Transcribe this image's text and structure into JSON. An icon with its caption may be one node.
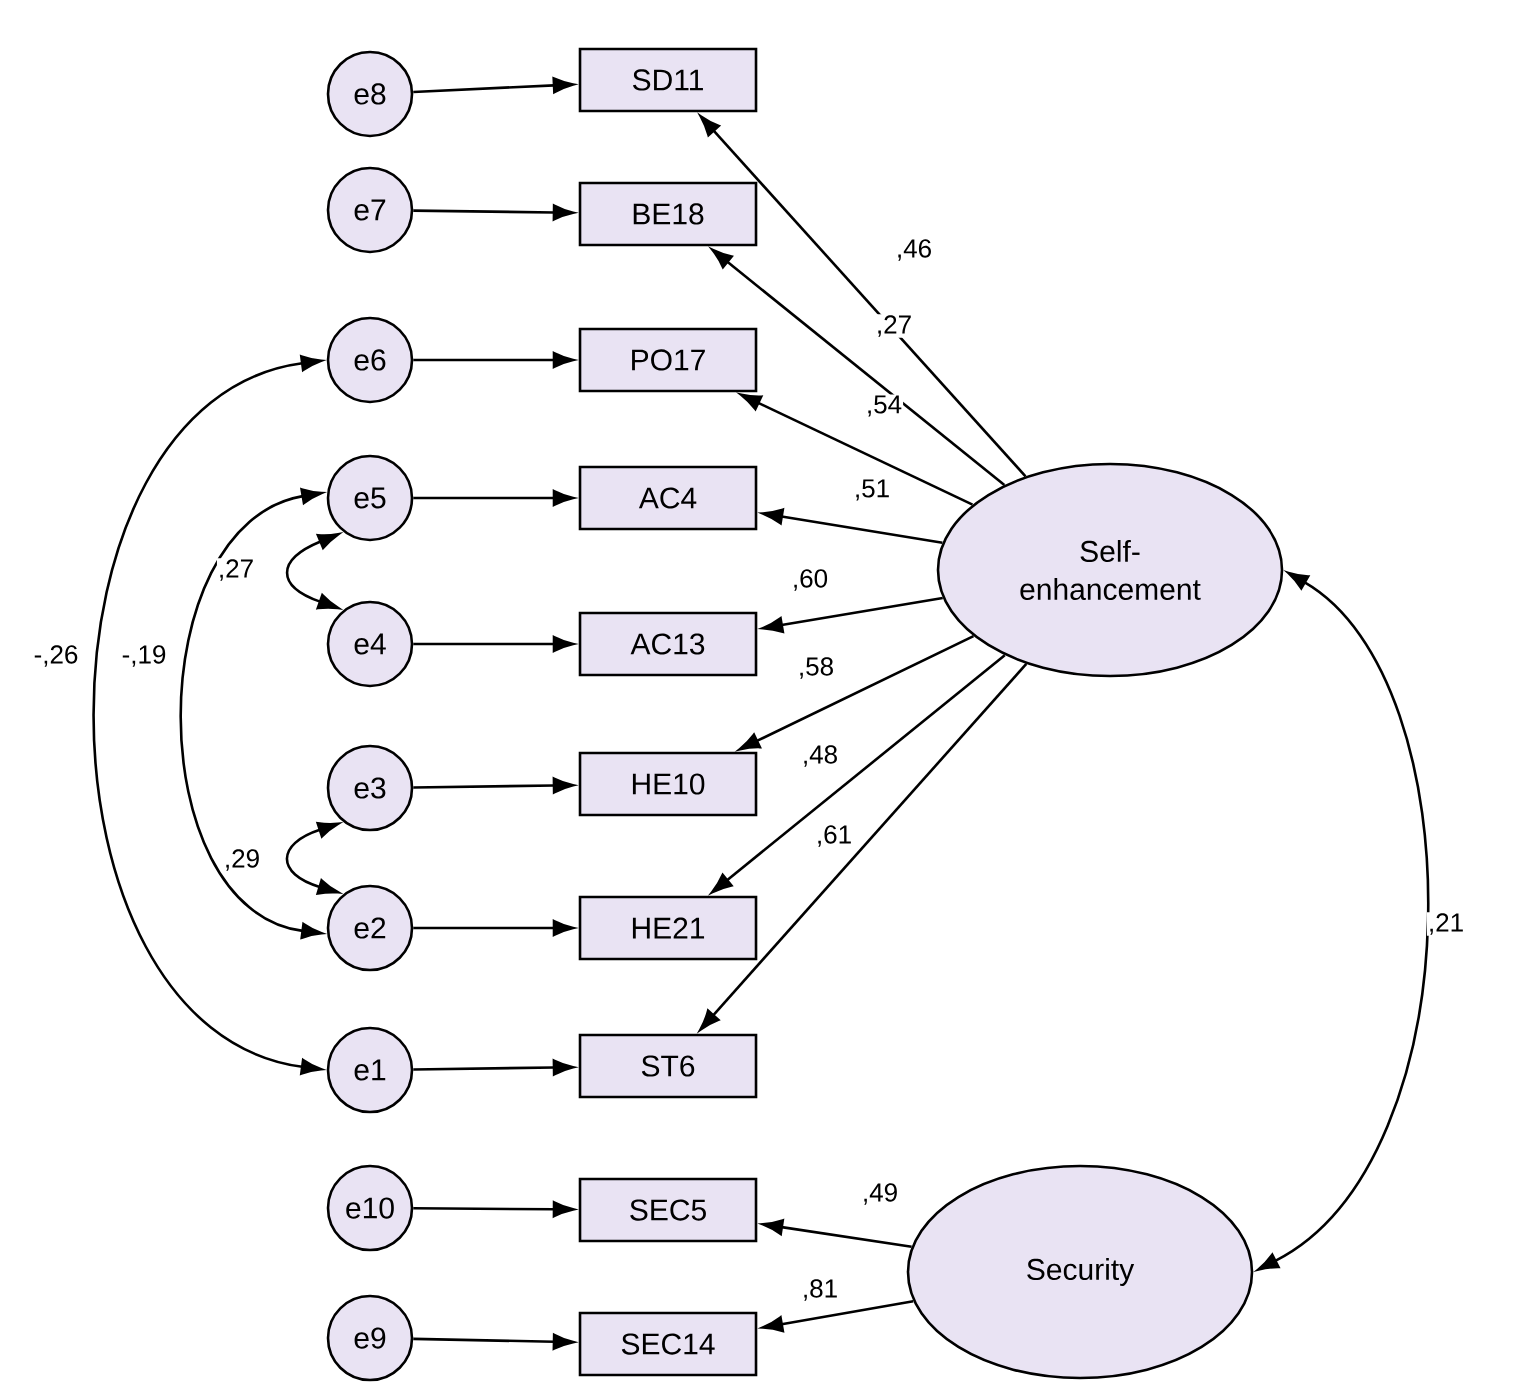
{
  "diagram": {
    "nodes": [
      {
        "text": [
          "e8"
        ]
      },
      {
        "text": [
          "SD11"
        ]
      },
      {
        "text": [
          "e7"
        ]
      },
      {
        "text": [
          "BE18"
        ]
      },
      {
        "text": [
          "e6"
        ]
      },
      {
        "text": [
          "PO17"
        ]
      },
      {
        "text": [
          "e5"
        ]
      },
      {
        "text": [
          "AC4"
        ]
      },
      {
        "text": [
          "e4"
        ]
      },
      {
        "text": [
          "AC13"
        ]
      },
      {
        "text": [
          "e3"
        ]
      },
      {
        "text": [
          "HE10"
        ]
      },
      {
        "text": [
          "e2"
        ]
      },
      {
        "text": [
          "HE21"
        ]
      },
      {
        "text": [
          "e1"
        ]
      },
      {
        "text": [
          "ST6"
        ]
      },
      {
        "text": [
          "Self-enhancement"
        ]
      },
      {
        "text": [
          "e10"
        ]
      },
      {
        "text": [
          "SEC5"
        ]
      },
      {
        "text": [
          "e9"
        ]
      },
      {
        "text": [
          "SEC14"
        ]
      },
      {
        "text": [
          "Security"
        ]
      }
    ],
    "edges": [
      {
        "from": 0,
        "to": 1,
        "arrow": "to"
      },
      {
        "from": 2,
        "to": 3,
        "arrow": "to"
      },
      {
        "from": 4,
        "to": 5,
        "arrow": "to"
      },
      {
        "from": 6,
        "to": 7,
        "arrow": "to"
      },
      {
        "from": 8,
        "to": 9,
        "arrow": "to"
      },
      {
        "from": 10,
        "to": 11,
        "arrow": "to"
      },
      {
        "from": 12,
        "to": 13,
        "arrow": "to"
      },
      {
        "from": 14,
        "to": 15,
        "arrow": "to"
      },
      {
        "from": 16,
        "to": 1,
        "arrow": "to",
        "label": ",46"
      },
      {
        "from": 16,
        "to": 3,
        "arrow": "to",
        "label": ",27"
      },
      {
        "from": 16,
        "to": 5,
        "arrow": "to",
        "label": ",54"
      },
      {
        "from": 16,
        "to": 7,
        "arrow": "to",
        "label": ",51"
      },
      {
        "from": 16,
        "to": 9,
        "arrow": "to",
        "label": ",60"
      },
      {
        "from": 16,
        "to": 11,
        "arrow": "to",
        "label": ",58"
      },
      {
        "from": 16,
        "to": 13,
        "arrow": "to",
        "label": ",48"
      },
      {
        "from": 16,
        "to": 15,
        "arrow": "to",
        "label": ",61"
      },
      {
        "from": 17,
        "to": 18,
        "arrow": "to"
      },
      {
        "from": 19,
        "to": 20,
        "arrow": "to"
      },
      {
        "from": 21,
        "to": 18,
        "arrow": "to",
        "label": ",49"
      },
      {
        "from": 21,
        "to": 20,
        "arrow": "to",
        "label": ",81"
      },
      {
        "from": 4,
        "to": 14,
        "arrow": "both",
        "label": "-,26"
      },
      {
        "from": 6,
        "to": 12,
        "arrow": "both",
        "label": "-,19"
      },
      {
        "from": 6,
        "to": 8,
        "arrow": "both",
        "label": ",27"
      },
      {
        "from": 10,
        "to": 12,
        "arrow": "both",
        "label": ",29"
      },
      {
        "from": 16,
        "to": 21,
        "arrow": "both",
        "label": ",21"
      }
    ]
  }
}
